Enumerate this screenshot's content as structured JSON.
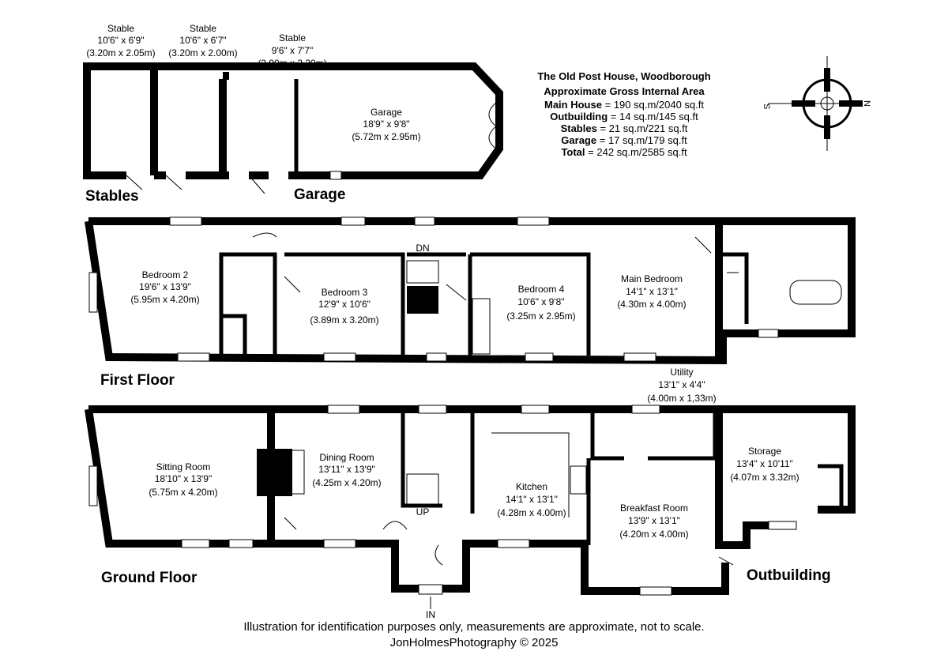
{
  "title": {
    "property": "The Old Post House, Woodborough",
    "subtitle": "Approximate Gross Internal Area",
    "areas": [
      {
        "label": "Main House",
        "value": "190 sq.m/2040 sq.ft"
      },
      {
        "label": "Outbuilding",
        "value": "14 sq.m/145 sq.ft"
      },
      {
        "label": "Stables",
        "value": "21 sq.m/221 sq.ft"
      },
      {
        "label": "Garage",
        "value": "17 sq.m/179 sq.ft"
      },
      {
        "label": "Total",
        "value": "242 sq.m/2585 sq.ft"
      }
    ],
    "equals": "="
  },
  "compass": {
    "n": "N",
    "s": "S"
  },
  "sections": {
    "stables": "Stables",
    "garage": "Garage",
    "first_floor": "First Floor",
    "ground_floor": "Ground Floor",
    "outbuilding": "Outbuilding"
  },
  "rooms": {
    "stable1": {
      "name": "Stable",
      "imperial": "10'6\" x 6'9\"",
      "metric": "(3.20m x 2.05m)"
    },
    "stable2": {
      "name": "Stable",
      "imperial": "10'6\" x 6'7\"",
      "metric": "(3.20m x 2.00m)"
    },
    "stable3": {
      "name": "Stable",
      "imperial": "9'6\" x 7'7\"",
      "metric": "(2.90m x 2.30m)"
    },
    "garage": {
      "name": "Garage",
      "imperial": "18'9\" x 9'8\"",
      "metric": "(5.72m x 2.95m)"
    },
    "bedroom2": {
      "name": "Bedroom 2",
      "imperial": "19'6\" x 13'9\"",
      "metric": "(5.95m x 4.20m)"
    },
    "bedroom3": {
      "name": "Bedroom 3",
      "imperial": "12'9\" x 10'6\"",
      "metric": "(3.89m x 3.20m)"
    },
    "bedroom4": {
      "name": "Bedroom 4",
      "imperial": "10'6\" x 9'8\"",
      "metric": "(3.25m x 2.95m)"
    },
    "main_bedroom": {
      "name": "Main Bedroom",
      "imperial": "14'1\" x 13'1\"",
      "metric": "(4.30m x 4.00m)"
    },
    "utility": {
      "name": "Utility",
      "imperial": "13'1\" x 4'4\"",
      "metric": "(4.00m x 1,33m)"
    },
    "sitting": {
      "name": "Sitting Room",
      "imperial": "18'10\" x 13'9\"",
      "metric": "(5.75m x 4.20m)"
    },
    "dining": {
      "name": "Dining Room",
      "imperial": "13'11\" x 13'9\"",
      "metric": "(4.25m x 4.20m)"
    },
    "kitchen": {
      "name": "Kitchen",
      "imperial": "14'1\" x 13'1\"",
      "metric": "(4.28m x 4.00m)"
    },
    "breakfast": {
      "name": "Breakfast Room",
      "imperial": "13'9\" x 13'1\"",
      "metric": "(4.20m x 4.00m)"
    },
    "storage": {
      "name": "Storage",
      "imperial": "13'4\" x 10'11\"",
      "metric": "(4.07m x 3.32m)"
    }
  },
  "stairs": {
    "dn": "DN",
    "up": "UP",
    "in": "IN"
  },
  "footer": {
    "disclaimer": "Illustration for identification purposes only, measurements are approximate, not to scale.",
    "credit": "JonHolmesPhotography © 2025"
  }
}
